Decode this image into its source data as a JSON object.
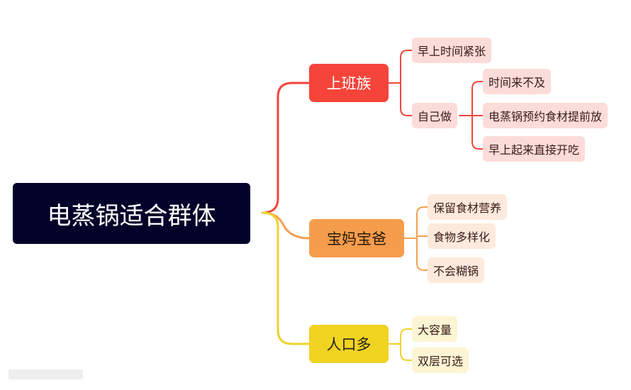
{
  "root": {
    "label": "电蒸锅适合群体"
  },
  "branches": [
    {
      "label": "上班族",
      "color": "#f5443a",
      "children": [
        {
          "label": "早上时间紧张"
        },
        {
          "label": "自己做",
          "children": [
            {
              "label": "时间来不及"
            },
            {
              "label": "电蒸锅预约食材提前放"
            },
            {
              "label": "早上起来直接开吃"
            }
          ]
        }
      ]
    },
    {
      "label": "宝妈宝爸",
      "color": "#f59d4d",
      "children": [
        {
          "label": "保留食材营养"
        },
        {
          "label": "食物多样化"
        },
        {
          "label": "不会糊锅"
        }
      ]
    },
    {
      "label": "人口多",
      "color": "#f1d322",
      "children": [
        {
          "label": "大容量"
        },
        {
          "label": "双层可选"
        }
      ]
    }
  ]
}
